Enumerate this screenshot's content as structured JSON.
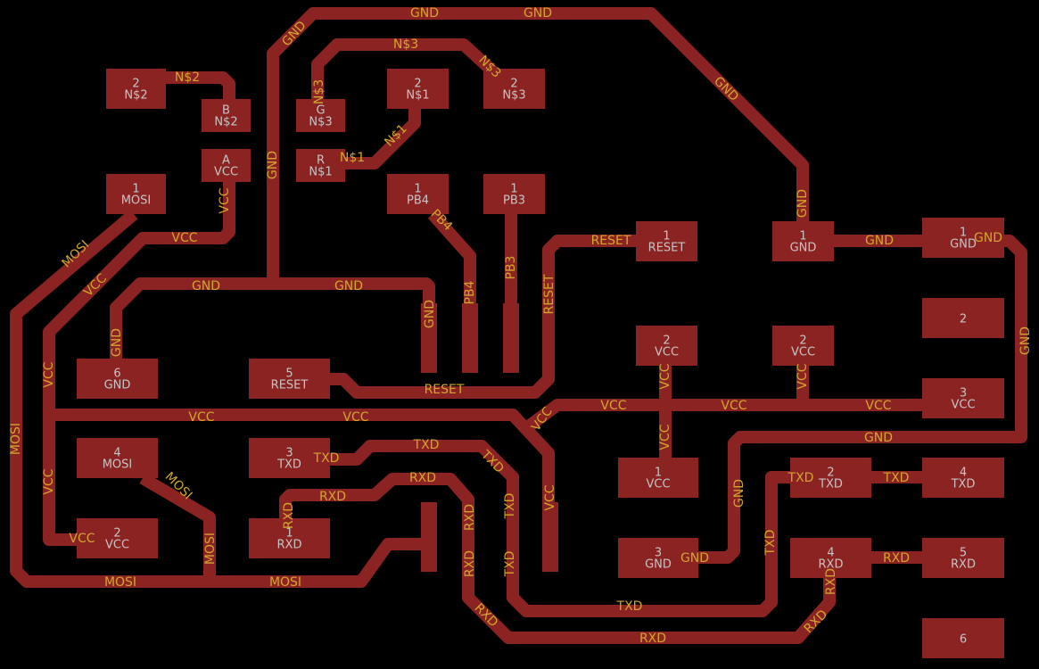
{
  "colors": {
    "background": "#000000",
    "copper": "#8c2323",
    "net_label": "#d1a62c",
    "pad_text": "#c4c4c4"
  },
  "pads": [
    {
      "num": "2",
      "net": "N$2"
    },
    {
      "num": "B",
      "net": "N$2"
    },
    {
      "num": "A",
      "net": "VCC"
    },
    {
      "num": "1",
      "net": "MOSI"
    },
    {
      "num": "G",
      "net": "N$3"
    },
    {
      "num": "R",
      "net": "N$1"
    },
    {
      "num": "2",
      "net": "N$1"
    },
    {
      "num": "2",
      "net": "N$3"
    },
    {
      "num": "1",
      "net": "PB4"
    },
    {
      "num": "1",
      "net": "PB3"
    },
    {
      "num": "1",
      "net": "RESET"
    },
    {
      "num": "1",
      "net": "GND"
    },
    {
      "num": "1",
      "net": "GND"
    },
    {
      "num": "2",
      "net": ""
    },
    {
      "num": "2",
      "net": "VCC"
    },
    {
      "num": "2",
      "net": "VCC"
    },
    {
      "num": "3",
      "net": "VCC"
    },
    {
      "num": "6",
      "net": "GND"
    },
    {
      "num": "5",
      "net": "RESET"
    },
    {
      "num": "4",
      "net": "MOSI"
    },
    {
      "num": "3",
      "net": "TXD"
    },
    {
      "num": "1",
      "net": "RXD"
    },
    {
      "num": "2",
      "net": "VCC"
    },
    {
      "num": "1",
      "net": "VCC"
    },
    {
      "num": "3",
      "net": "GND"
    },
    {
      "num": "2",
      "net": "TXD"
    },
    {
      "num": "4",
      "net": "TXD"
    },
    {
      "num": "4",
      "net": "RXD"
    },
    {
      "num": "5",
      "net": "RXD"
    },
    {
      "num": "6",
      "net": ""
    }
  ],
  "trace_labels": [
    "GND",
    "GND",
    "GND",
    "N$3",
    "N$3",
    "N$2",
    "N$3",
    "N$1",
    "N$1",
    "GND",
    "GND",
    "VCC",
    "VCC",
    "MOSI",
    "PB4",
    "VCC",
    "GND",
    "GND",
    "PB4",
    "PB3",
    "RESET",
    "RESET",
    "GND",
    "GND",
    "GND",
    "GND",
    "GND",
    "GND",
    "VCC",
    "RESET",
    "VCC",
    "VCC",
    "VCC",
    "VCC",
    "VCC",
    "VCC",
    "VCC",
    "VCC",
    "VCC",
    "MOSI",
    "GND",
    "TXD",
    "TXD",
    "TXD",
    "MOSI",
    "VCC",
    "RXD",
    "RXD",
    "VCC",
    "GND",
    "TXD",
    "TXD",
    "RXD",
    "RXD",
    "TXD",
    "TXD",
    "VCC",
    "MOSI",
    "TXD",
    "RXD",
    "GND",
    "RXD",
    "RXD",
    "MOSI",
    "MOSI",
    "TXD",
    "RXD",
    "RXD",
    "RXD"
  ]
}
